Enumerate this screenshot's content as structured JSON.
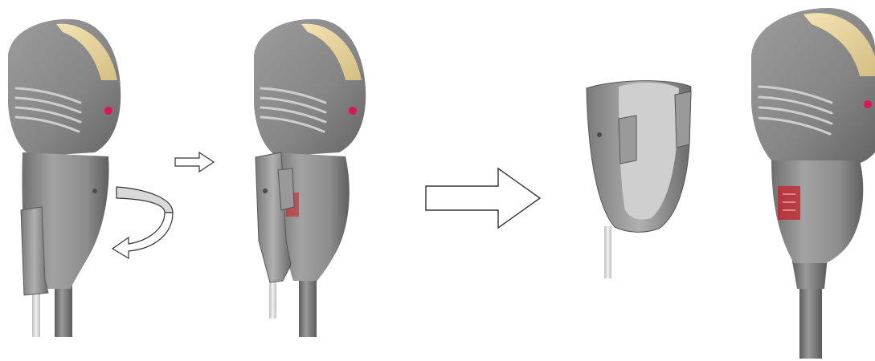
{
  "diagram": {
    "steps": [
      "probe-with-bracket-attached",
      "rotate-bracket-off",
      "bracket-removed",
      "probe-without-bracket"
    ],
    "palette": {
      "body": "#8a8a8a",
      "body_light": "#b4b4b4",
      "body_dark": "#5e5e5e",
      "lens": "#ecd9a0",
      "lens_dark": "#cdb878",
      "led": "#e0125a",
      "cable": "#dcdcdc",
      "label": "#c8202a",
      "arrow_fill": "#ffffff",
      "arrow_stroke": "#333333"
    },
    "icons": [
      "curved-rotation-arrow",
      "small-right-arrow",
      "large-right-arrow"
    ]
  }
}
